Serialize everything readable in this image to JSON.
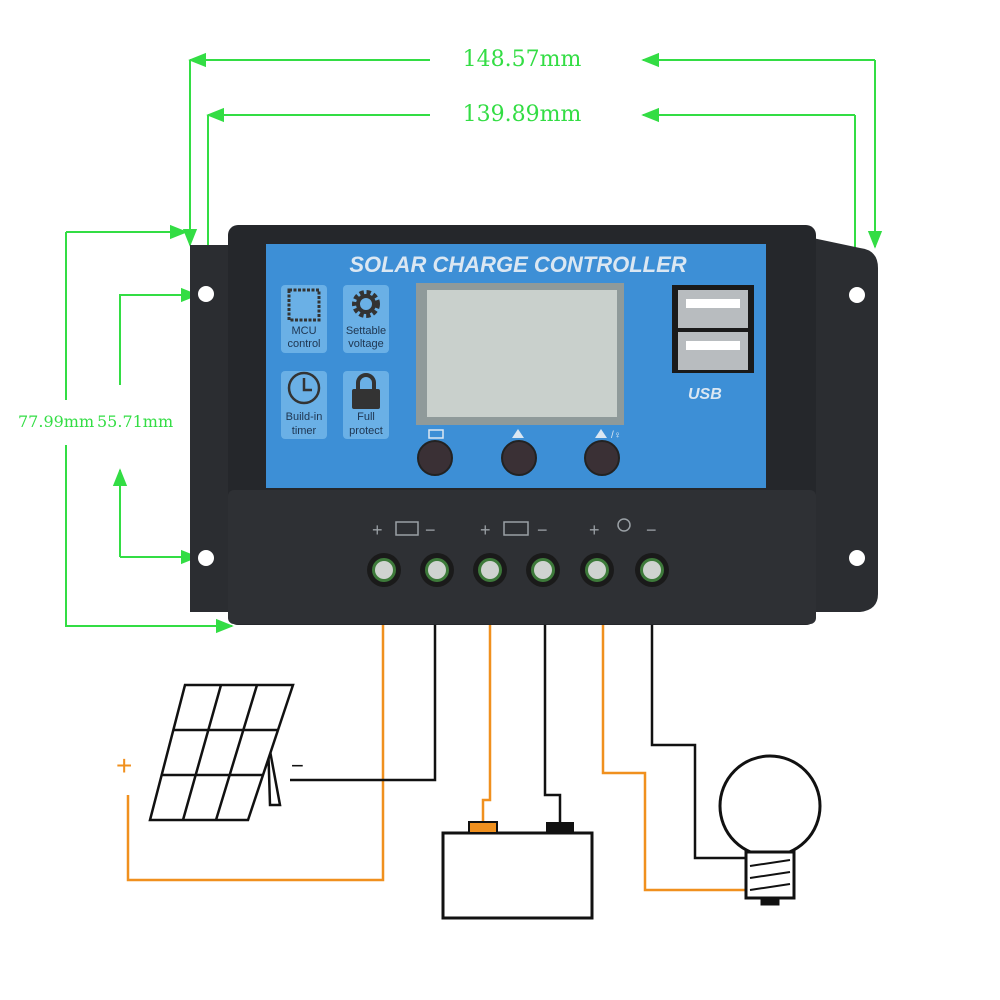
{
  "dimensions": {
    "overall_width": "148.57mm",
    "hole_spacing_width": "139.89mm",
    "overall_height": "77.99mm",
    "hole_spacing_height": "55.71mm"
  },
  "device": {
    "title": "SOLAR CHARGE CONTROLLER",
    "features": [
      {
        "icon": "chip-icon",
        "line1": "MCU",
        "line2": "control"
      },
      {
        "icon": "gear-icon",
        "line1": "Settable",
        "line2": "voltage"
      },
      {
        "icon": "clock-icon",
        "line1": "Build-in",
        "line2": "timer"
      },
      {
        "icon": "lock-icon",
        "line1": "Full",
        "line2": "protect"
      }
    ],
    "usb_label": "USB",
    "terminal_labels": [
      "+",
      "−",
      "+",
      "−",
      "+",
      "−"
    ]
  },
  "wiring": {
    "solar_plus": "+",
    "solar_minus": "−"
  },
  "colors": {
    "dimension": "#33dd44",
    "positive_wire": "#f0901e",
    "negative_wire": "#111111",
    "panel_blue": "#3d8fd6",
    "body": "#2a2c30"
  }
}
